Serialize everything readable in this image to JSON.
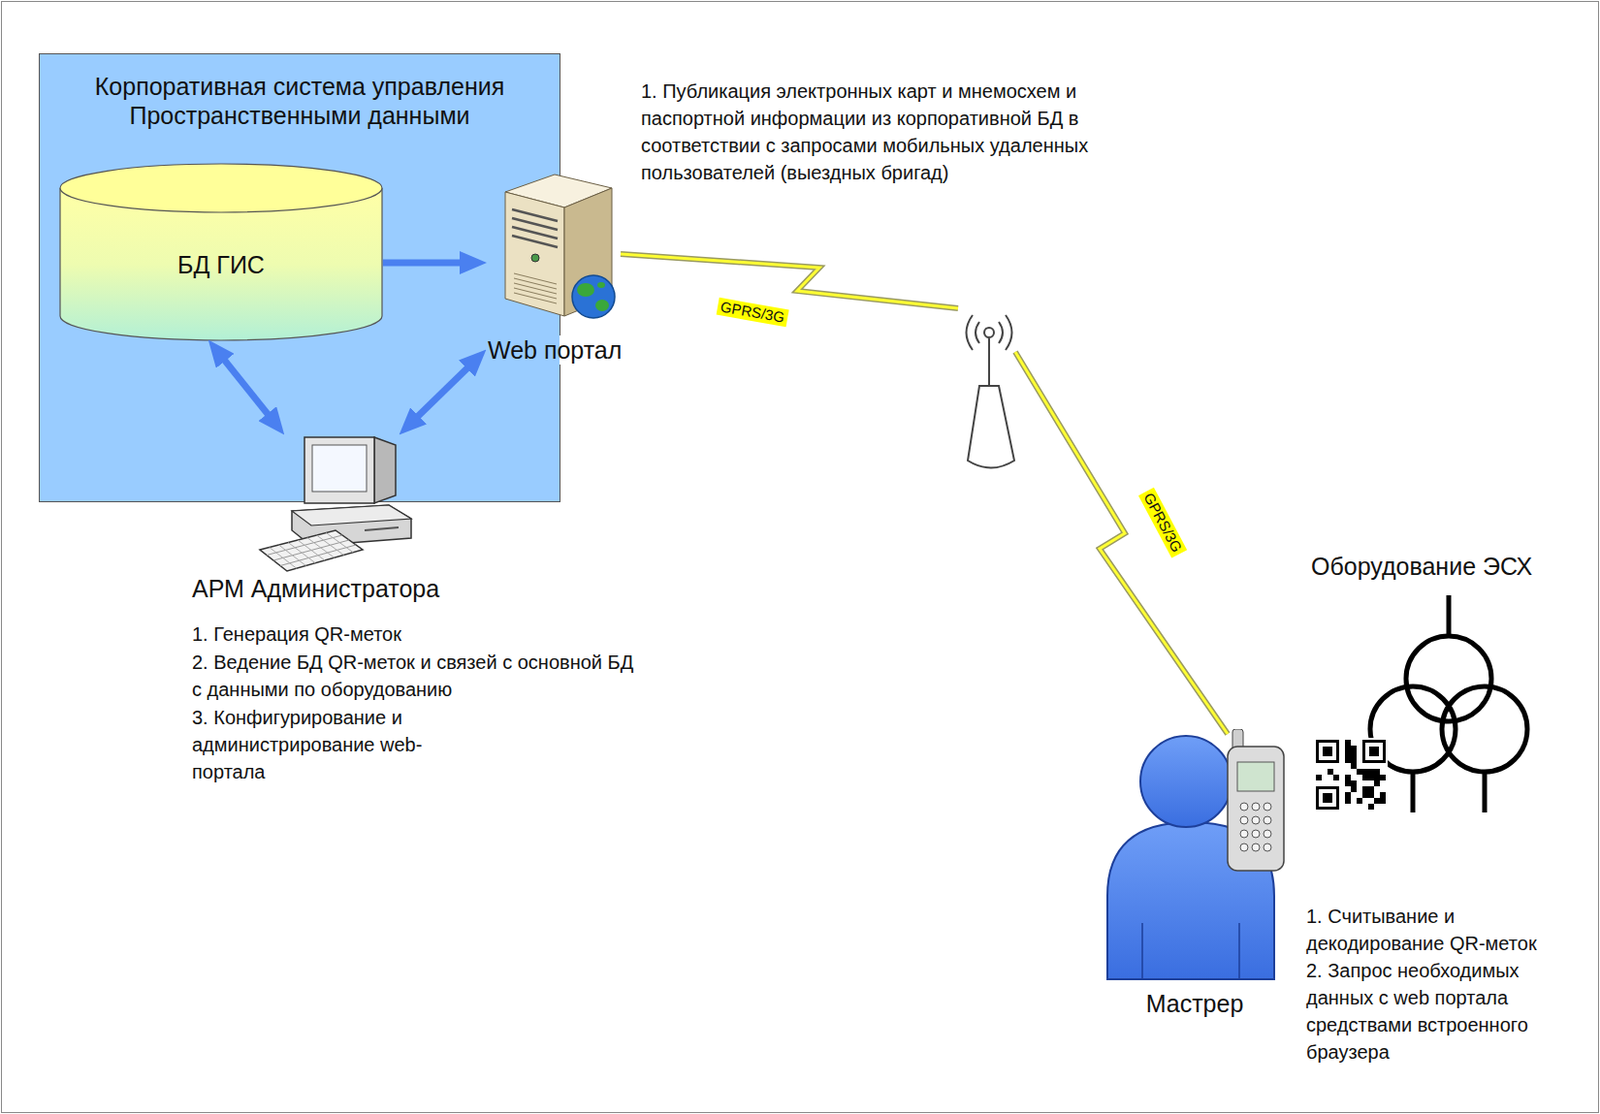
{
  "diagram": {
    "nodes": [
      {
        "text": [
          "Корпоративная система управления Пространственными данными"
        ]
      },
      {
        "text": [
          "БД ГИС"
        ],
        "in": 0
      },
      {
        "text": [
          "Web портал"
        ]
      },
      {
        "text": [
          "АРМ Администратора"
        ]
      },
      {
        "text": [
          "Мастрер"
        ]
      }
    ],
    "edges": [
      {
        "from": 1,
        "to": 2,
        "arrow": "to"
      },
      {
        "from": 1,
        "to": 3,
        "arrow": "both"
      },
      {
        "from": 2,
        "to": 3,
        "arrow": "both"
      }
    ],
    "labels": [
      "1. Публикация электронных карт и мнемосхем и паспортной информации из корпоративной БД в соответствии с запросами мобильных удаленных пользователей (выездных бригад)",
      "GPRS/3G",
      "GPRS/3G",
      "1. Генерация QR-меток",
      "2. Ведение БД QR-меток и связей с основной БД с данными по оборудованию",
      "3. Конфигурирование и администрирование web-портала",
      "Оборудование ЭСХ",
      "1. Считывание и декодирование QR-меток",
      "2. Запрос необходимых данных с web портала средствами встроенного браузера"
    ]
  }
}
